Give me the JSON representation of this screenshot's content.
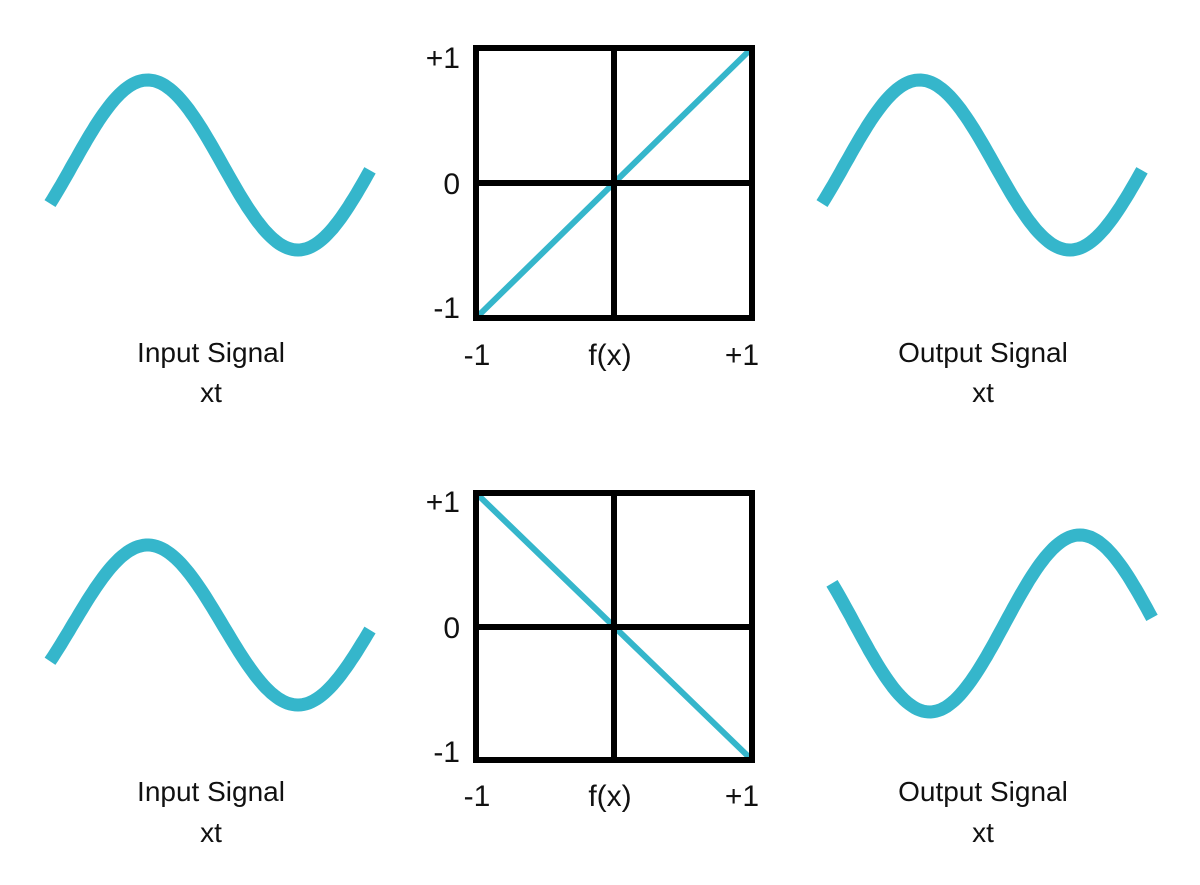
{
  "colors": {
    "signal": "#35b6cb",
    "grid": "#000000",
    "text": "#111111"
  },
  "rows": [
    {
      "input_label": "Input Signal",
      "input_sub": "xt",
      "output_label": "Output Signal",
      "output_sub": "xt",
      "transfer": {
        "y_ticks": [
          "+1",
          "0",
          "-1"
        ],
        "x_ticks": [
          "-1",
          "f(x)",
          "+1"
        ],
        "line_from": [
          -1,
          -1
        ],
        "line_to": [
          1,
          1
        ]
      },
      "output_inverted": false
    },
    {
      "input_label": "Input Signal",
      "input_sub": "xt",
      "output_label": "Output Signal",
      "output_sub": "xt",
      "transfer": {
        "y_ticks": [
          "+1",
          "0",
          "-1"
        ],
        "x_ticks": [
          "-1",
          "f(x)",
          "+1"
        ],
        "line_from": [
          -1,
          1
        ],
        "line_to": [
          1,
          -1
        ]
      },
      "output_inverted": true
    }
  ]
}
